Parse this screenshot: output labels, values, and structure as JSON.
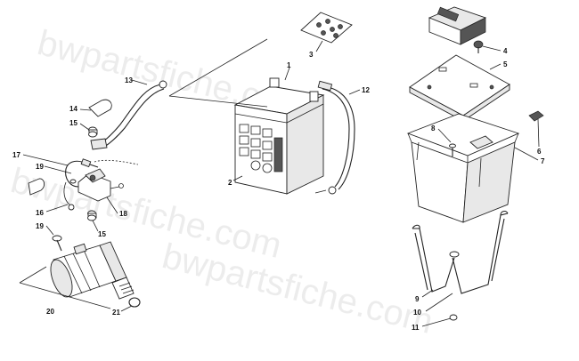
{
  "watermark": "bwpartsfiche.com",
  "callouts": [
    "1",
    "2",
    "3",
    "4",
    "5",
    "6",
    "7",
    "8",
    "9",
    "10",
    "11",
    "12",
    "13",
    "14",
    "15",
    "15",
    "16",
    "17",
    "18",
    "19",
    "19",
    "20",
    "21"
  ]
}
